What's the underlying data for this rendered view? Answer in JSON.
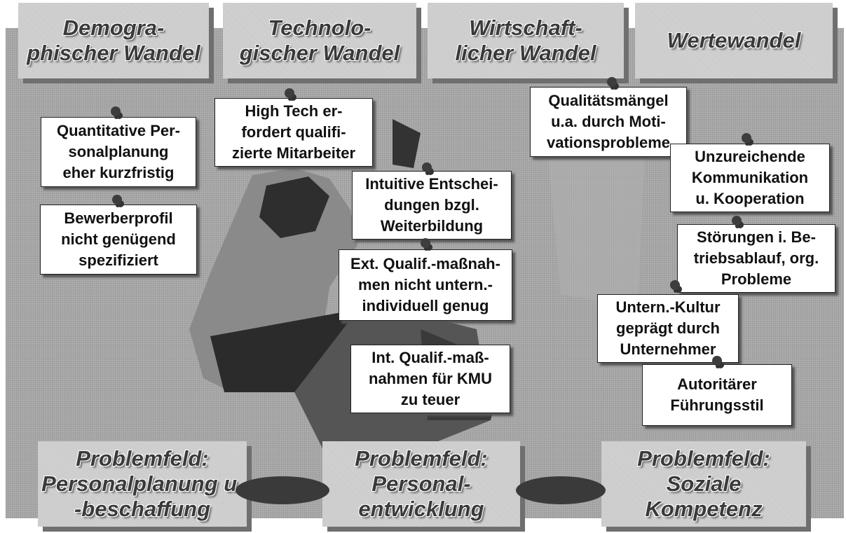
{
  "headers": [
    {
      "line1": "Demogra-",
      "line2": "phischer Wandel"
    },
    {
      "line1": "Technolo-",
      "line2": "gischer Wandel"
    },
    {
      "line1": "Wirtschaft-",
      "line2": "licher Wandel"
    },
    {
      "line1": "Wertewandel",
      "line2": ""
    }
  ],
  "notes": [
    {
      "l1": "Quantitative Per-",
      "l2": "sonalplanung",
      "l3": "eher kurzfristig"
    },
    {
      "l1": "Bewerberprofil",
      "l2": "nicht genügend",
      "l3": "spezifiziert"
    },
    {
      "l1": "High Tech er-",
      "l2": "fordert qualifi-",
      "l3": "zierte Mitarbeiter"
    },
    {
      "l1": "Intuitive Entschei-",
      "l2": "dungen bzgl.",
      "l3": "Weiterbildung"
    },
    {
      "l1": "Ext. Qualif.-maßnah-",
      "l2": "men nicht untern.-",
      "l3": "individuell genug"
    },
    {
      "l1": "Int. Qualif.-maß-",
      "l2": "nahmen für KMU",
      "l3": "zu teuer"
    },
    {
      "l1": "Qualitätsmängel",
      "l2": "u.a. durch Moti-",
      "l3": "vationsprobleme"
    },
    {
      "l1": "Unzureichende",
      "l2": "Kommunikation",
      "l3": "u. Kooperation"
    },
    {
      "l1": "Störungen i. Be-",
      "l2": "triebsablauf, org.",
      "l3": "Probleme"
    },
    {
      "l1": "Untern.-Kultur",
      "l2": "geprägt durch",
      "l3": "Unternehmer"
    },
    {
      "l1": "Autoritärer",
      "l2": "Führungsstil",
      "l3": ""
    }
  ],
  "footers": [
    {
      "line1": "Problemfeld:",
      "line2": "Personalplanung u.",
      "line3": "-beschaffung"
    },
    {
      "line1": "Problemfeld:",
      "line2": "Personal-",
      "line3": "entwicklung"
    },
    {
      "line1": "Problemfeld:",
      "line2": "Soziale",
      "line3": "Kompetenz"
    }
  ]
}
